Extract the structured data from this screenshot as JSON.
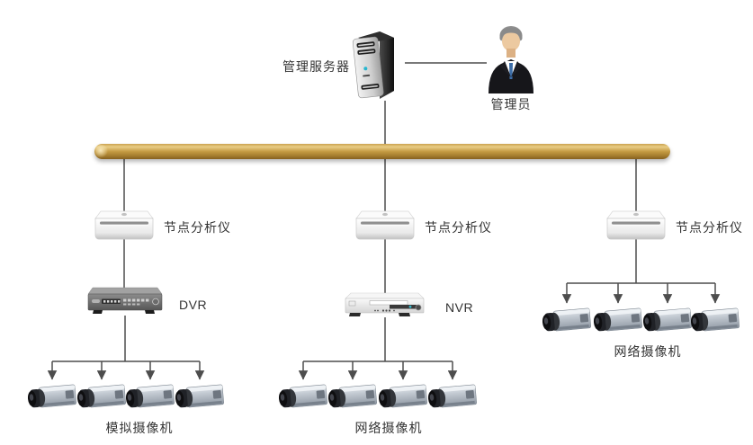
{
  "diagram": {
    "type": "surveillance-network-topology",
    "colors": {
      "bus": "#b8913d",
      "line": "#4d4d4d",
      "text": "#333333"
    },
    "server": {
      "label": "管理服务器",
      "icon": "server-tower-icon"
    },
    "admin": {
      "label": "管理员",
      "icon": "administrator-icon"
    },
    "analyzers": {
      "icon": "node-analyzer-icon",
      "left": {
        "label": "节点分析仪"
      },
      "center": {
        "label": "节点分析仪"
      },
      "right": {
        "label": "节点分析仪"
      }
    },
    "recorders": {
      "dvr": {
        "label": "DVR",
        "icon": "dvr-icon"
      },
      "nvr": {
        "label": "NVR",
        "icon": "nvr-icon"
      }
    },
    "camera_groups": {
      "icon": "camera-icon",
      "left": {
        "label": "模拟摄像机",
        "camera_count": 4
      },
      "center": {
        "label": "网络摄像机",
        "camera_count": 4
      },
      "right": {
        "label": "网络摄像机",
        "camera_count": 4
      }
    }
  }
}
